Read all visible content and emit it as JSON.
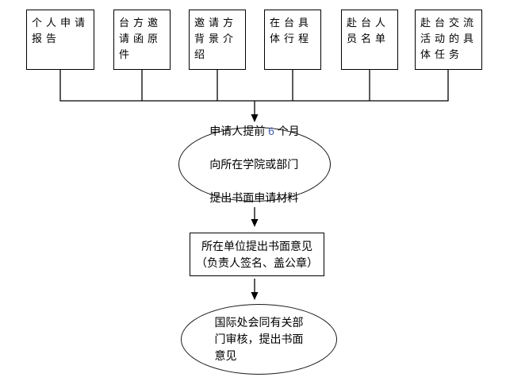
{
  "colors": {
    "background": "#ffffff",
    "shape_border": "#000000",
    "text": "#000000",
    "number_highlight": "#4060b0"
  },
  "top_boxes": [
    {
      "text": "个人申请报告",
      "lines": [
        "个人申请",
        "报告"
      ]
    },
    {
      "text": "台方邀请函原件",
      "lines": [
        "台方邀",
        "请函原",
        "件"
      ]
    },
    {
      "text": "邀请方背景介绍",
      "lines": [
        "邀请方",
        "背景介",
        "绍"
      ]
    },
    {
      "text": "在台具体行程",
      "lines": [
        "在台具",
        "体行程"
      ]
    },
    {
      "text": "赴台人员名单",
      "lines": [
        "赴台人",
        "员名单"
      ]
    },
    {
      "text": "赴台交流活动的具体任务",
      "lines": [
        "赴台交流",
        "活动的具",
        "体任务"
      ]
    }
  ],
  "flow": {
    "step1": {
      "text": "申请人提前 6 个月向所在学院或部门提出书面申请材料",
      "line1_prefix": "申请人提前 ",
      "line1_number": "6",
      "line1_suffix": " 个月",
      "line2": "向所在学院或部门",
      "line3": "提出书面申请材料"
    },
    "step2": {
      "text": "所在单位提出书面意见（负责人签名、盖公章）",
      "lines": [
        "所在单位提出书面意见",
        "（负责人签名、盖公章）"
      ]
    },
    "step3": {
      "text": "国际处会同有关部门审核，提出书面意见",
      "lines": [
        "国际处会同有关部",
        "门审核，提出书面",
        "意见"
      ]
    }
  }
}
